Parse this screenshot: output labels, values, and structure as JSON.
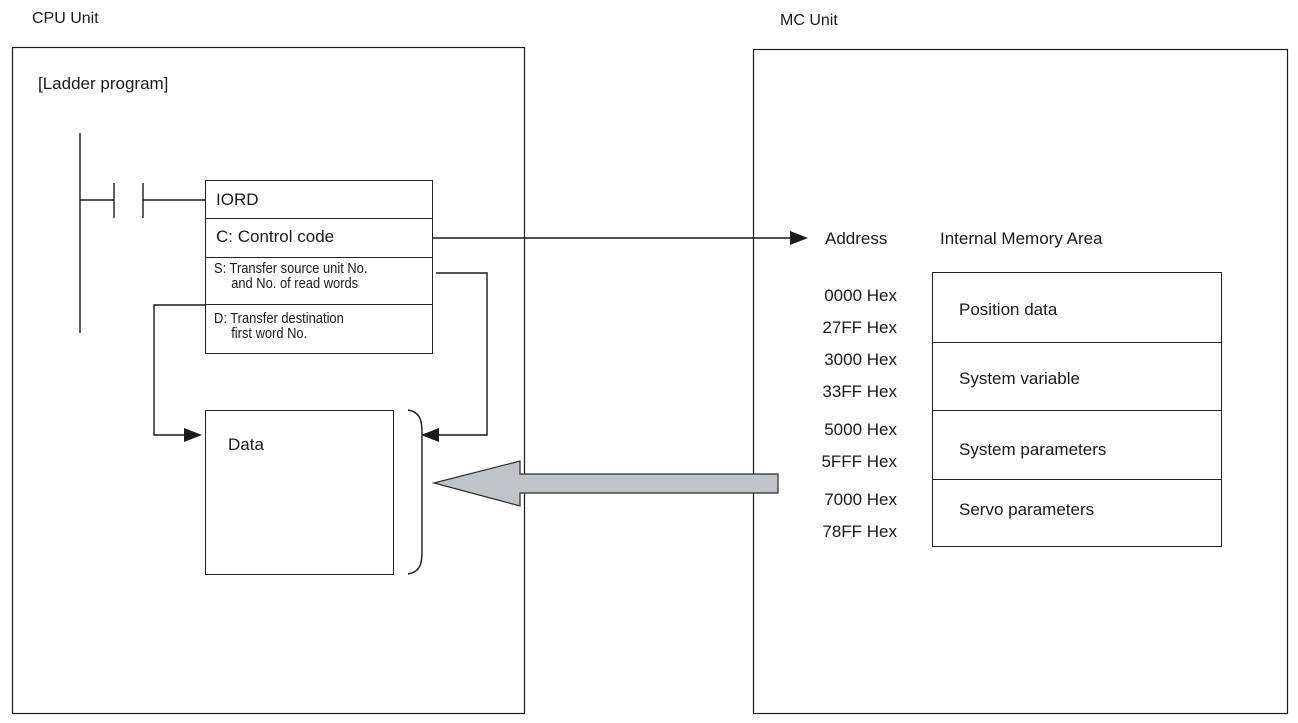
{
  "cpu_unit": {
    "title": "CPU Unit",
    "ladder_label": "[Ladder program]",
    "instruction": {
      "name": "IORD",
      "operand_c": "C: Control code",
      "operand_s_line1": "S: Transfer source unit No.",
      "operand_s_line2": "and No. of read words",
      "operand_d_line1": "D: Transfer destination",
      "operand_d_line2": "first word No."
    },
    "data_label": "Data"
  },
  "mc_unit": {
    "title": "MC Unit",
    "address_header": "Address",
    "memory_header": "Internal Memory Area",
    "regions": [
      {
        "start": "0000 Hex",
        "end": "27FF Hex",
        "name": "Position data"
      },
      {
        "start": "3000 Hex",
        "end": "33FF Hex",
        "name": "System variable"
      },
      {
        "start": "5000 Hex",
        "end": "5FFF Hex",
        "name": "System parameters"
      },
      {
        "start": "7000 Hex",
        "end": "78FF Hex",
        "name": "Servo parameters"
      }
    ]
  },
  "colors": {
    "line": "#1a1a1a",
    "transfer_arrow_fill": "#c0c4c8",
    "transfer_arrow_stroke": "#2a2a2a"
  }
}
